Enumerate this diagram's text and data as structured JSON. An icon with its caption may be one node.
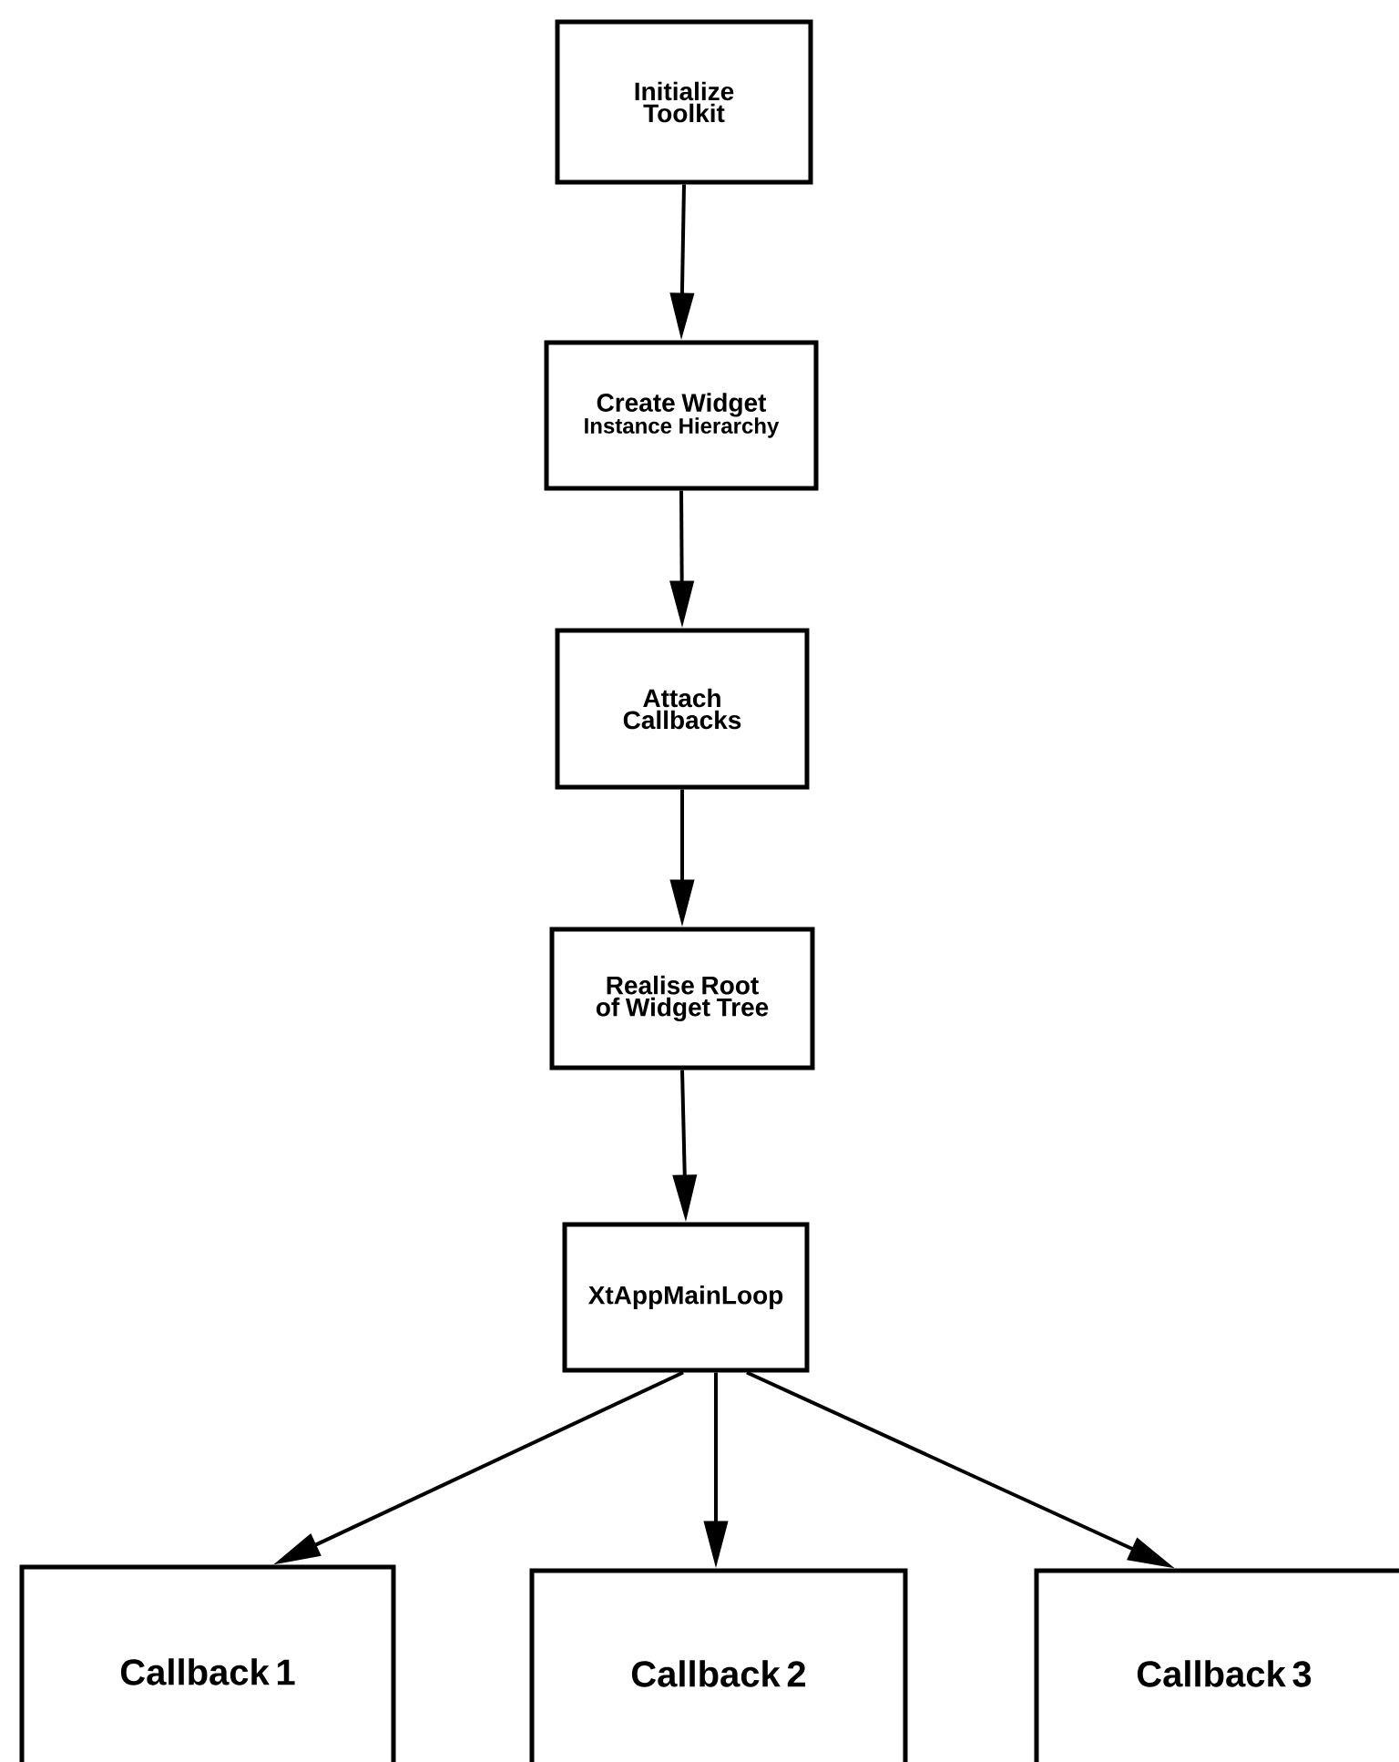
{
  "diagram": {
    "nodes": [
      {
        "text": [
          "Initialize Toolkit"
        ]
      },
      {
        "text": [
          "Create Widget",
          "Instance Hierarchy"
        ]
      },
      {
        "text": [
          "Attach Callbacks"
        ]
      },
      {
        "text": [
          "Realise Root of Widget Tree"
        ]
      },
      {
        "text": [
          "XtAppMainLoop"
        ]
      },
      {
        "text": [
          "Callback 1"
        ]
      },
      {
        "text": [
          "Callback 2"
        ]
      },
      {
        "text": [
          "Callback 3"
        ]
      }
    ],
    "edges": [
      {
        "from": 0,
        "to": 1,
        "arrow": "to"
      },
      {
        "from": 1,
        "to": 2,
        "arrow": "to"
      },
      {
        "from": 2,
        "to": 3,
        "arrow": "to"
      },
      {
        "from": 3,
        "to": 4,
        "arrow": "to"
      },
      {
        "from": 4,
        "to": 5,
        "arrow": "to"
      },
      {
        "from": 4,
        "to": 6,
        "arrow": "to"
      },
      {
        "from": 4,
        "to": 7,
        "arrow": "to"
      }
    ]
  }
}
